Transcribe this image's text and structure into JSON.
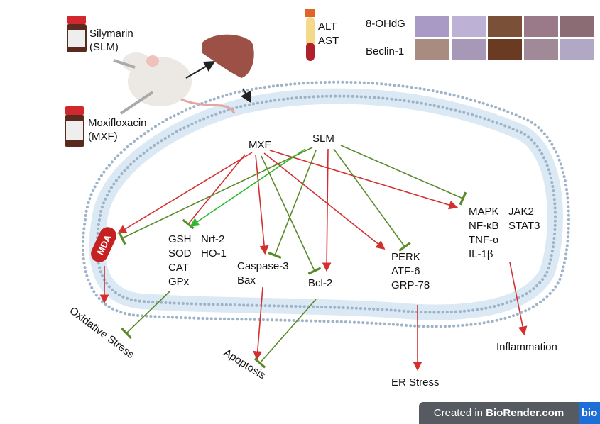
{
  "drugs": [
    {
      "name": "Silymarin",
      "abbr": "(SLM)"
    },
    {
      "name": "Moxifloxacin",
      "abbr": "(MXF)"
    }
  ],
  "blood_markers": [
    "ALT",
    "AST"
  ],
  "histology_labels": [
    "8-OHdG",
    "Beclin-1"
  ],
  "agents": {
    "mxf": "MXF",
    "slm": "SLM"
  },
  "nodes": {
    "mda": "MDA",
    "antioxidants": [
      "GSH",
      "SOD",
      "CAT",
      "GPx"
    ],
    "nrf": [
      "Nrf-2",
      "HO-1"
    ],
    "apoptotic": [
      "Caspase-3",
      "Bax"
    ],
    "bcl2": "Bcl-2",
    "er": [
      "PERK",
      "ATF-6",
      "GRP-78"
    ],
    "inflam_left": [
      "MAPK",
      "NF-κB",
      "TNF-α",
      "IL-1β"
    ],
    "inflam_right": [
      "JAK2",
      "STAT3"
    ]
  },
  "outcomes": {
    "oxidative": "Oxidative Stress",
    "apoptosis": "Apoptosis",
    "er": "ER Stress",
    "inflammation": "Inflammation"
  },
  "colors": {
    "activate": "#d32f2f",
    "inhibit": "#5a8a2a",
    "green_arrow": "#2eb82e",
    "membrane": "#9fb3c8"
  },
  "footer": {
    "prefix": "Created in ",
    "brand": "BioRender.com",
    "logo": "bio"
  }
}
